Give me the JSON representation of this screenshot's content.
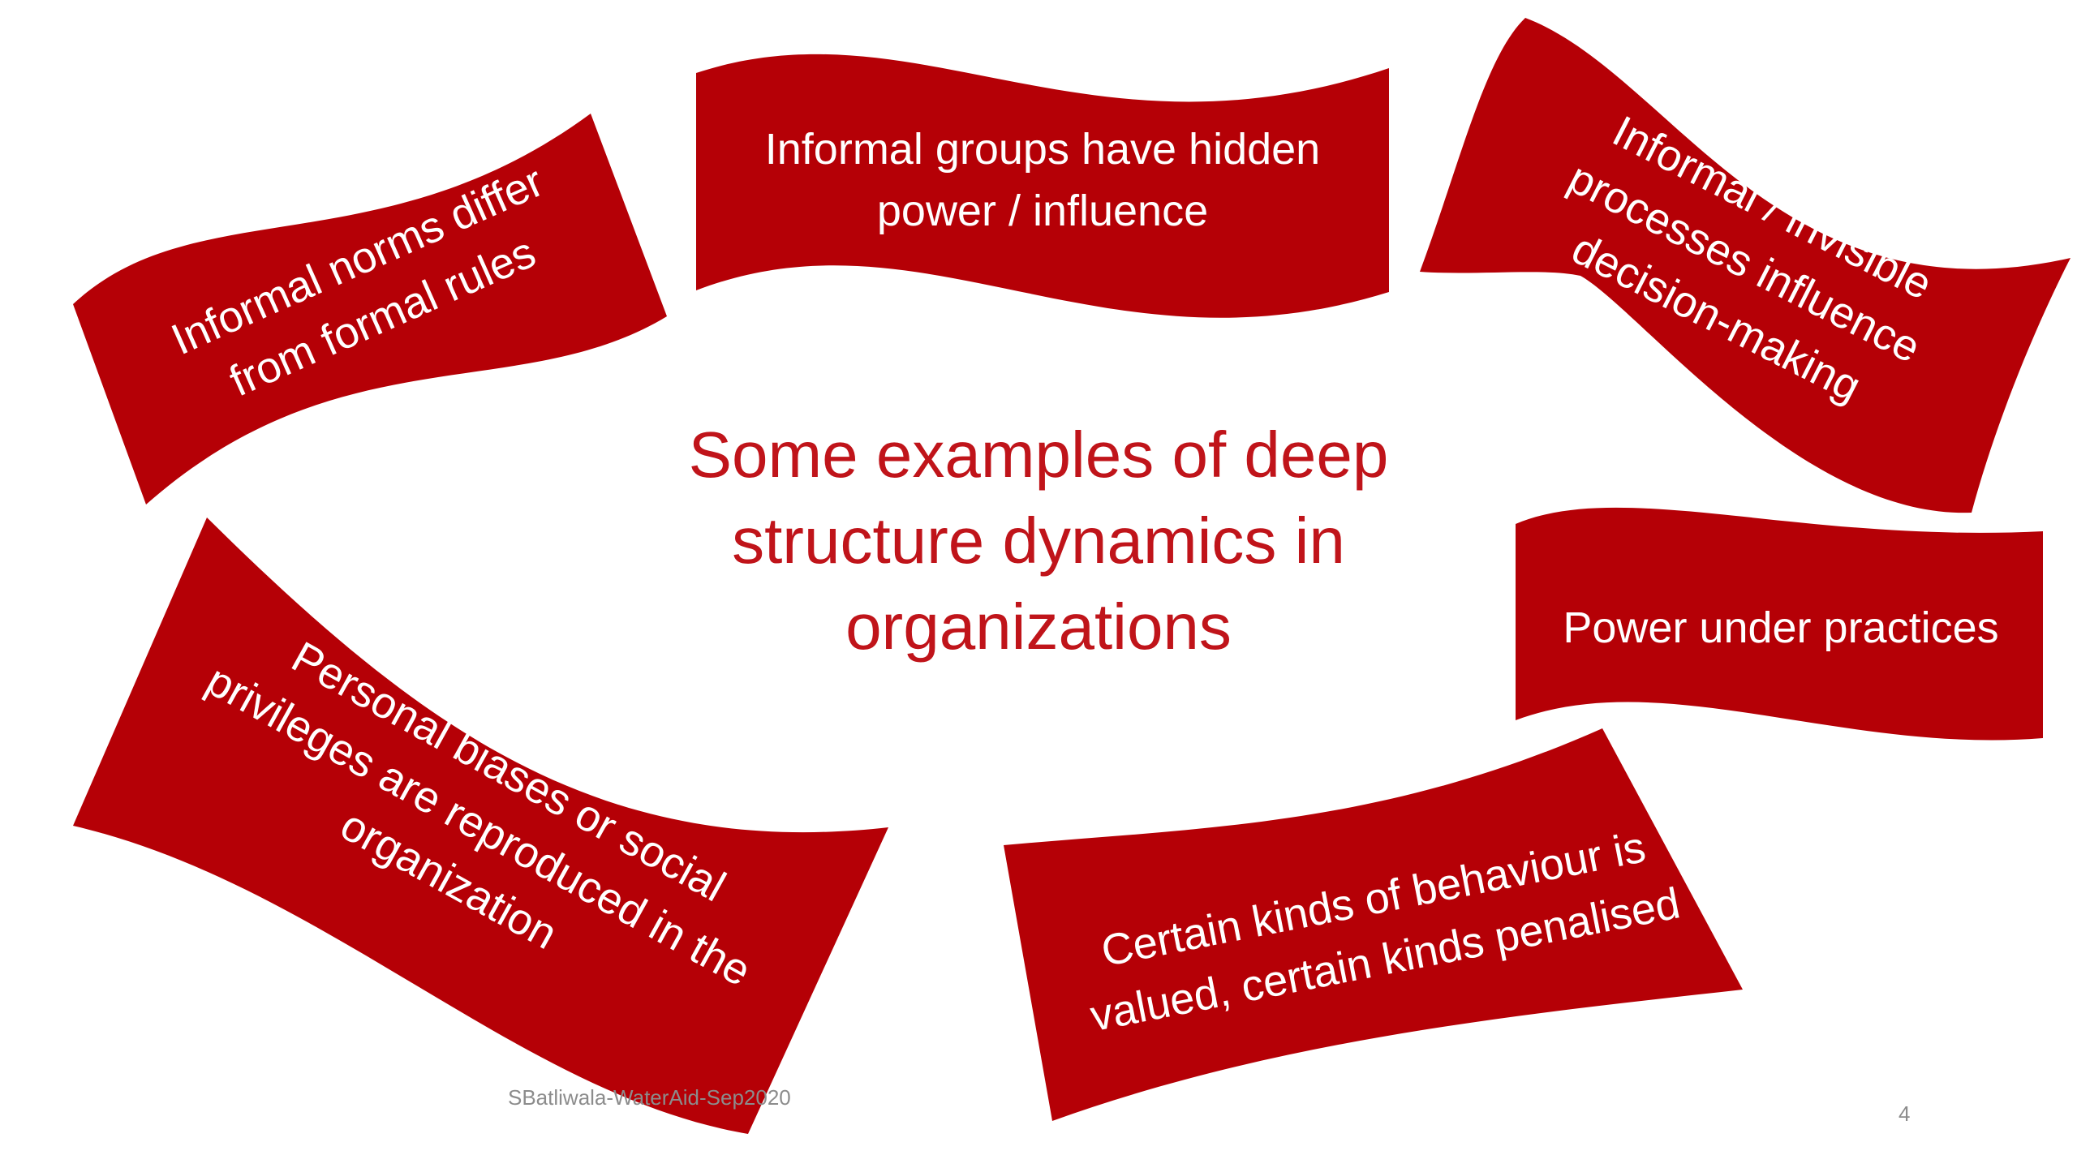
{
  "colors": {
    "banner_fill": "#b50006",
    "banner_text": "#ffffff",
    "title_text": "#c0141a",
    "footer_text": "#8c8c8c"
  },
  "title": {
    "lines": [
      "Some examples of  deep",
      "structure dynamics in",
      "organizations"
    ]
  },
  "banners": {
    "norms": {
      "lines": [
        "Informal norms differ",
        "from formal rules"
      ]
    },
    "groups": {
      "lines": [
        "Informal groups have hidden",
        "power / influence"
      ]
    },
    "processes": {
      "lines": [
        "Informal / invisible",
        "processes influence",
        "decision-making"
      ]
    },
    "power": {
      "lines": [
        "Power under practices"
      ]
    },
    "biases": {
      "lines": [
        "Personal biases or social",
        "privileges are reproduced in the",
        "organization"
      ]
    },
    "behaviour": {
      "lines": [
        "Certain kinds of behaviour is",
        "valued, certain kinds penalised"
      ]
    }
  },
  "footer": {
    "credit": "SBatliwala-WaterAid-Sep2020",
    "page_number": "4"
  }
}
